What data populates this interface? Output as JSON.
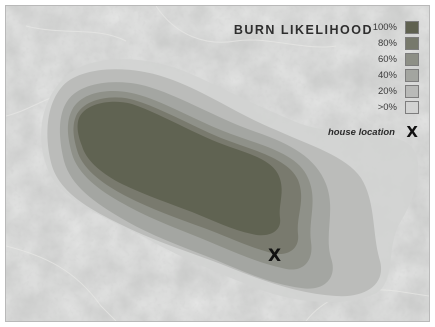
{
  "legend": {
    "title": "BURN LIKELIHOOD",
    "levels": [
      {
        "label": "100%",
        "color": "#5f6150"
      },
      {
        "label": "80%",
        "color": "#77796c"
      },
      {
        "label": "60%",
        "color": "#8d8f86"
      },
      {
        "label": "40%",
        "color": "#a3a5a0"
      },
      {
        "label": "20%",
        "color": "#b9bab8"
      },
      {
        "label": ">0%",
        "color": "#d2d3d2"
      }
    ],
    "house_label": "house location",
    "house_symbol": "X"
  },
  "map": {
    "background_color": "#c9cac9",
    "house_symbol": "X"
  }
}
